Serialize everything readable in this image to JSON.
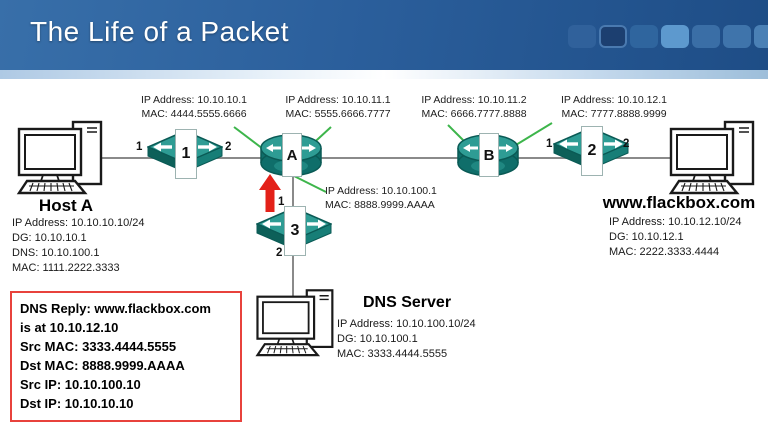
{
  "header": {
    "title": "The Life of a Packet"
  },
  "interface_labels": [
    {
      "ip": "IP Address: 10.10.10.1",
      "mac": "MAC: 4444.5555.6666"
    },
    {
      "ip": "IP Address: 10.10.11.1",
      "mac": "MAC: 5555.6666.7777"
    },
    {
      "ip": "IP Address: 10.10.11.2",
      "mac": "MAC: 6666.7777.8888"
    },
    {
      "ip": "IP Address: 10.10.12.1",
      "mac": "MAC: 7777.8888.9999"
    },
    {
      "ip": "IP Address: 10.10.100.1",
      "mac": "MAC: 8888.9999.AAAA"
    }
  ],
  "devices": {
    "switch1": {
      "label": "1",
      "port_left": "1",
      "port_right": "2"
    },
    "switch2": {
      "label": "2",
      "port_left": "1",
      "port_right": "2"
    },
    "switch3": {
      "label": "3",
      "port_top": "1",
      "port_bottom": "2"
    },
    "routerA": {
      "label": "A"
    },
    "routerB": {
      "label": "B"
    }
  },
  "hosts": {
    "hostA": {
      "name": "Host A",
      "lines": [
        "IP Address: 10.10.10.10/24",
        "DG: 10.10.10.1",
        "DNS: 10.10.100.1",
        "MAC: 1111.2222.3333"
      ]
    },
    "webServer": {
      "name": "www.flackbox.com",
      "lines": [
        "IP Address: 10.10.12.10/24",
        "DG: 10.10.12.1",
        "MAC: 2222.3333.4444"
      ]
    },
    "dnsServer": {
      "name": "DNS Server",
      "lines": [
        "IP Address: 10.10.100.10/24",
        "DG: 10.10.100.1",
        "MAC: 3333.4444.5555"
      ]
    }
  },
  "packet_box": {
    "lines": [
      "DNS Reply: www.flackbox.com",
      "is at 10.10.12.10",
      "Src MAC: 3333.4444.5555",
      "Dst MAC: 8888.9999.AAAA",
      "Src IP: 10.10.100.10",
      "Dst IP: 10.10.10.10"
    ]
  },
  "colors": {
    "device_teal_top": "#2e9c94",
    "device_teal_side": "#0f6e6a",
    "pointer_green": "#3db54b",
    "arrow_red": "#e32119",
    "packet_border_red": "#e8423c",
    "banner_blue": "#2b5f9c",
    "link_gray": "#8a8a8a"
  }
}
